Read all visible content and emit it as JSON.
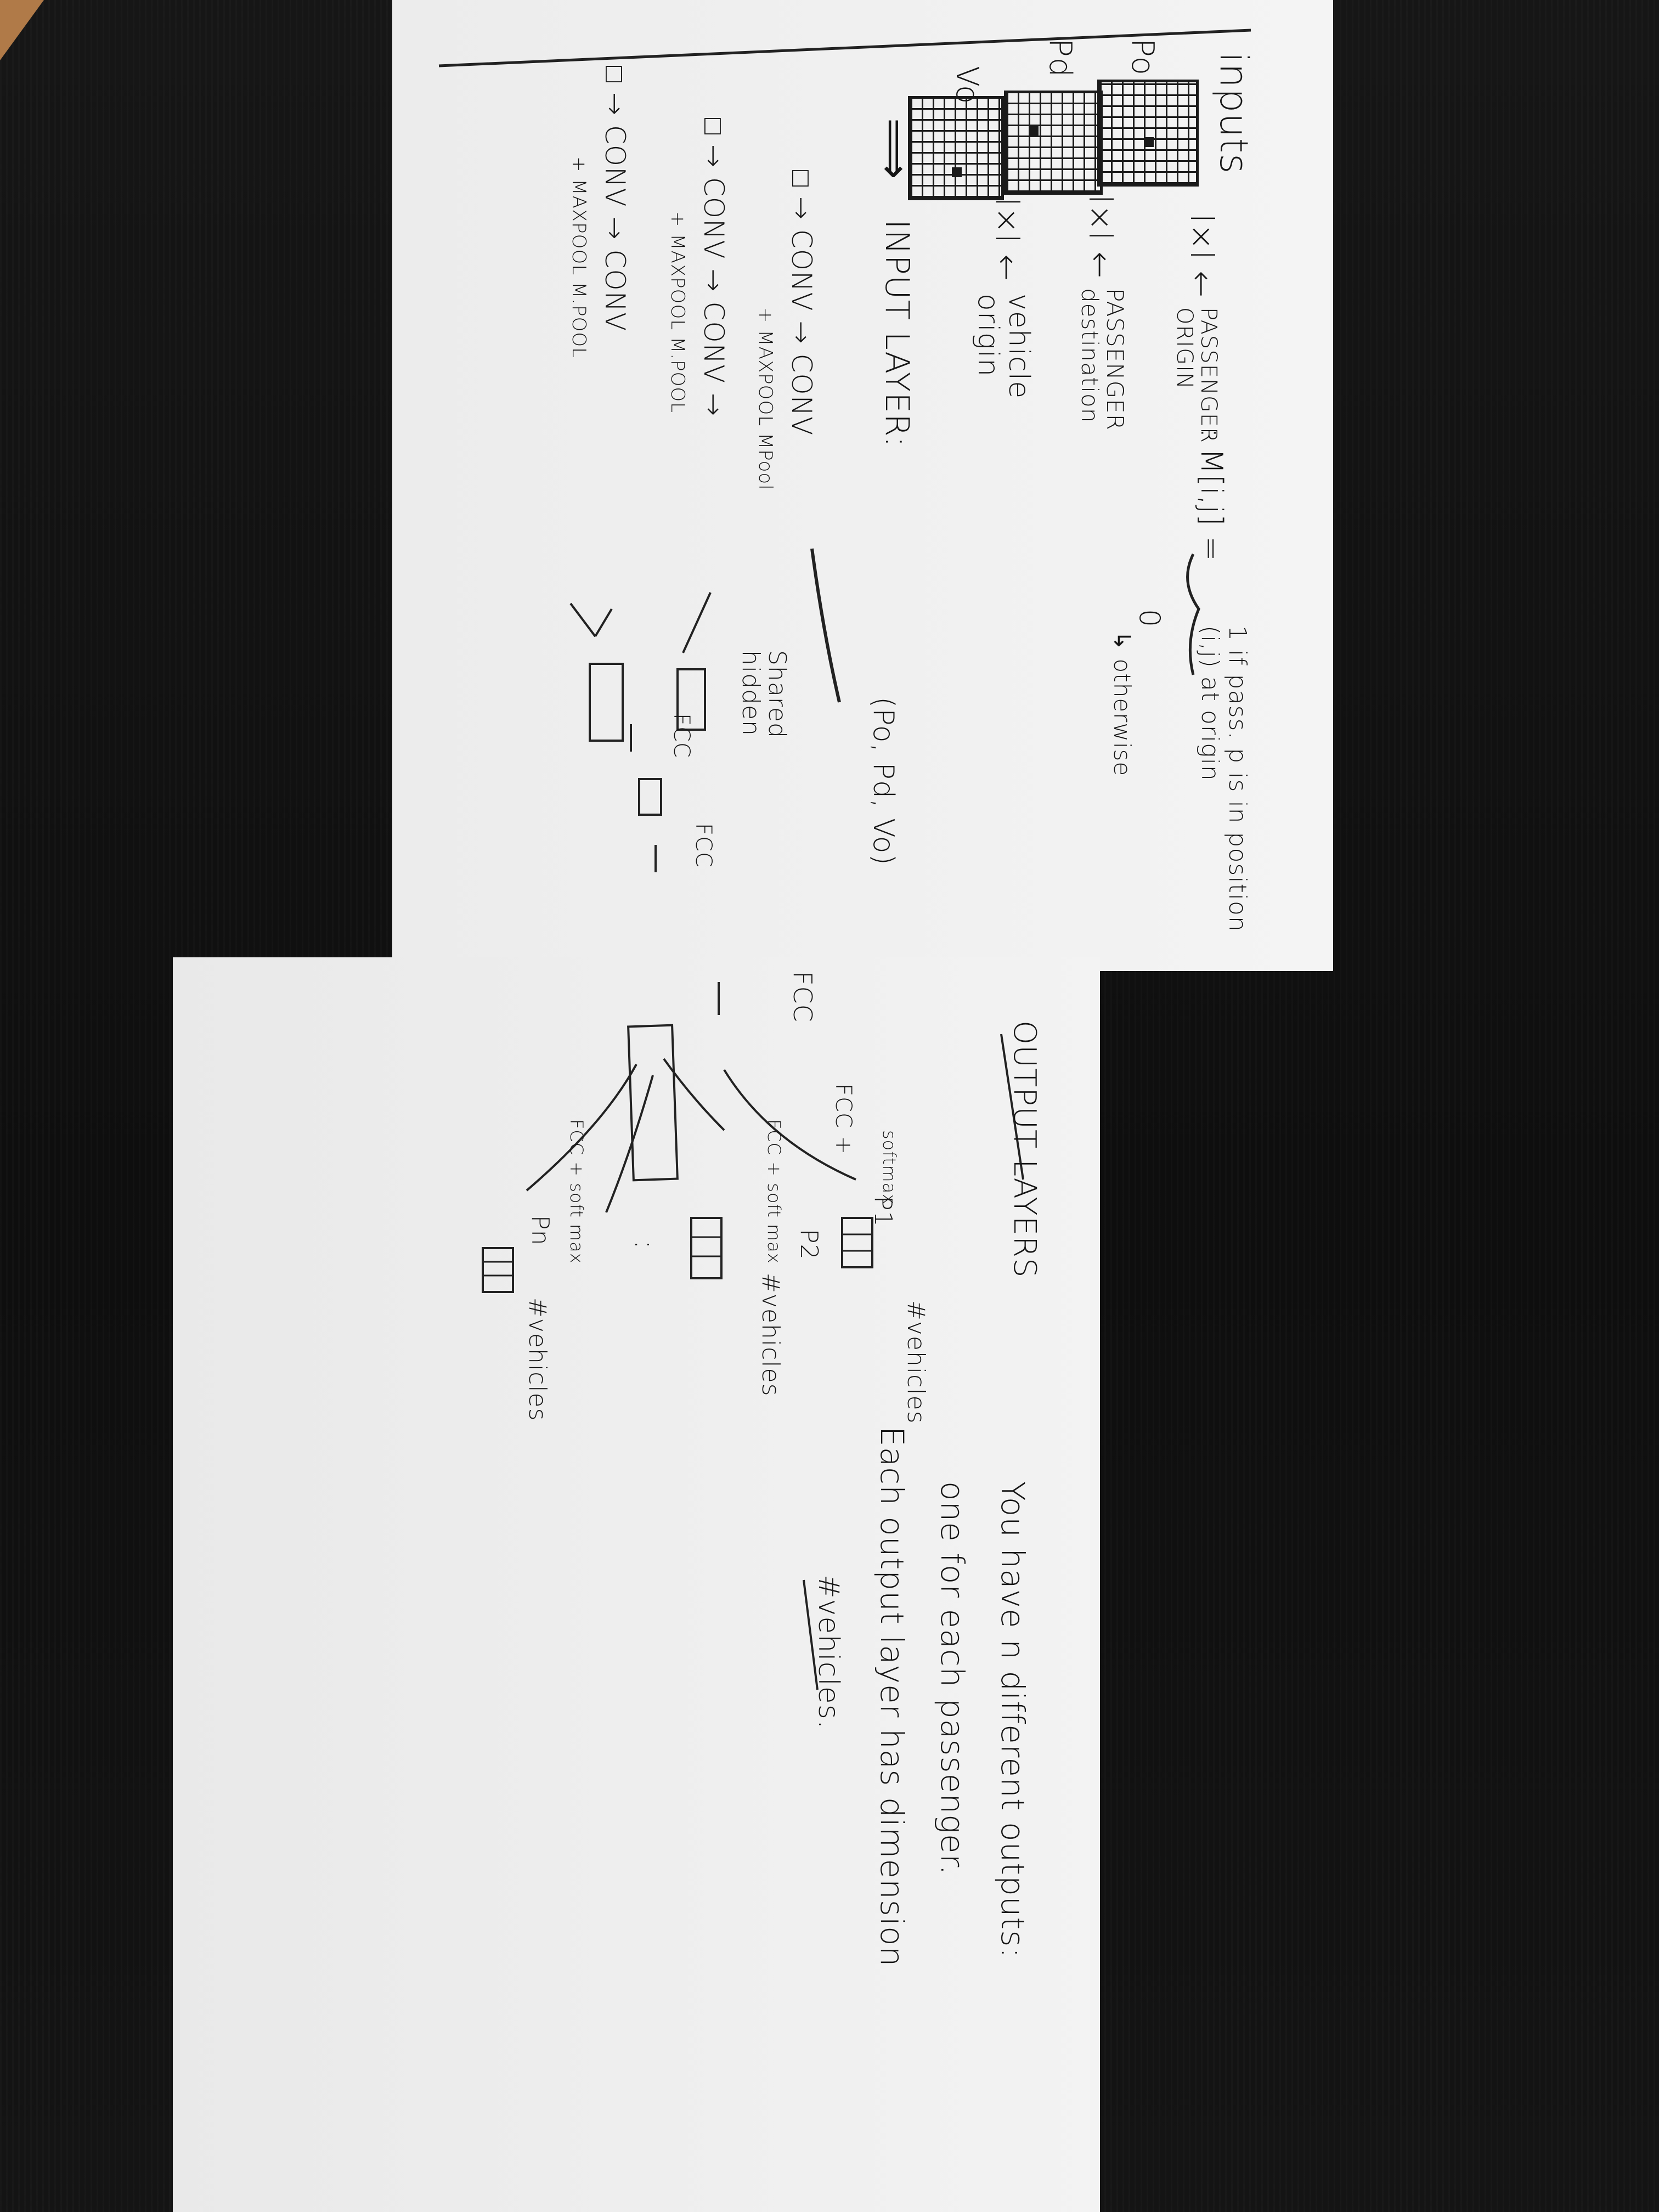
{
  "sheet1": {
    "heading": "inputs",
    "labels": {
      "po": "Po",
      "pd": "Pd",
      "vo": "Vo"
    },
    "size_po": "l×l ←",
    "passenger_origin": "PASSENGER ORIGIN",
    "size_pd": "l×l ←",
    "passenger_destination": "PASSENGER destination",
    "size_vo": "l×l ←",
    "vehicle_origin": "vehicle origin",
    "matrix_def": ": M[i,j] =",
    "case_one": "1 if pass. p is in position (i,j) at origin",
    "case_zero": "0",
    "otherwise": "↳ otherwise",
    "implies": "⟹",
    "input_layer": "INPUT LAYER:",
    "concat": "(Po, Pd, Vo)",
    "branch_po": "□ → CONV → CONV",
    "maxpool_1": "+ MAXPOOL   MPool",
    "branch_pd": "□ → CONV → CONV →",
    "maxpool_2": "+ MAXPOOL   M.POOL",
    "branch_vo": "□ → CONV → CONV",
    "maxpool_3": "+ MAXPOOL   M.POOL",
    "shared_hidden": "Shared hidden",
    "fcc_1": "FCC",
    "fcc_2": "FCC"
  },
  "sheet2": {
    "heading": "OUTPUT LAYERS",
    "fcc_top": "FCC",
    "fcc_1": "FCC +",
    "softmax_1": "softmax",
    "p1": "P1",
    "vehicles_1": "#vehicles",
    "fcc_2": "FCC + soft max",
    "p2": "P2",
    "vehicles_2": "#vehicles",
    "dots": ":",
    "fcc_n": "FCC + soft max",
    "pn": "Pn",
    "vehicles_n": "#vehicles",
    "note_1": "You have n different outputs:",
    "note_2": "one for each passenger.",
    "note_3": "Each output layer has dimension",
    "note_4": "#vehicles."
  }
}
